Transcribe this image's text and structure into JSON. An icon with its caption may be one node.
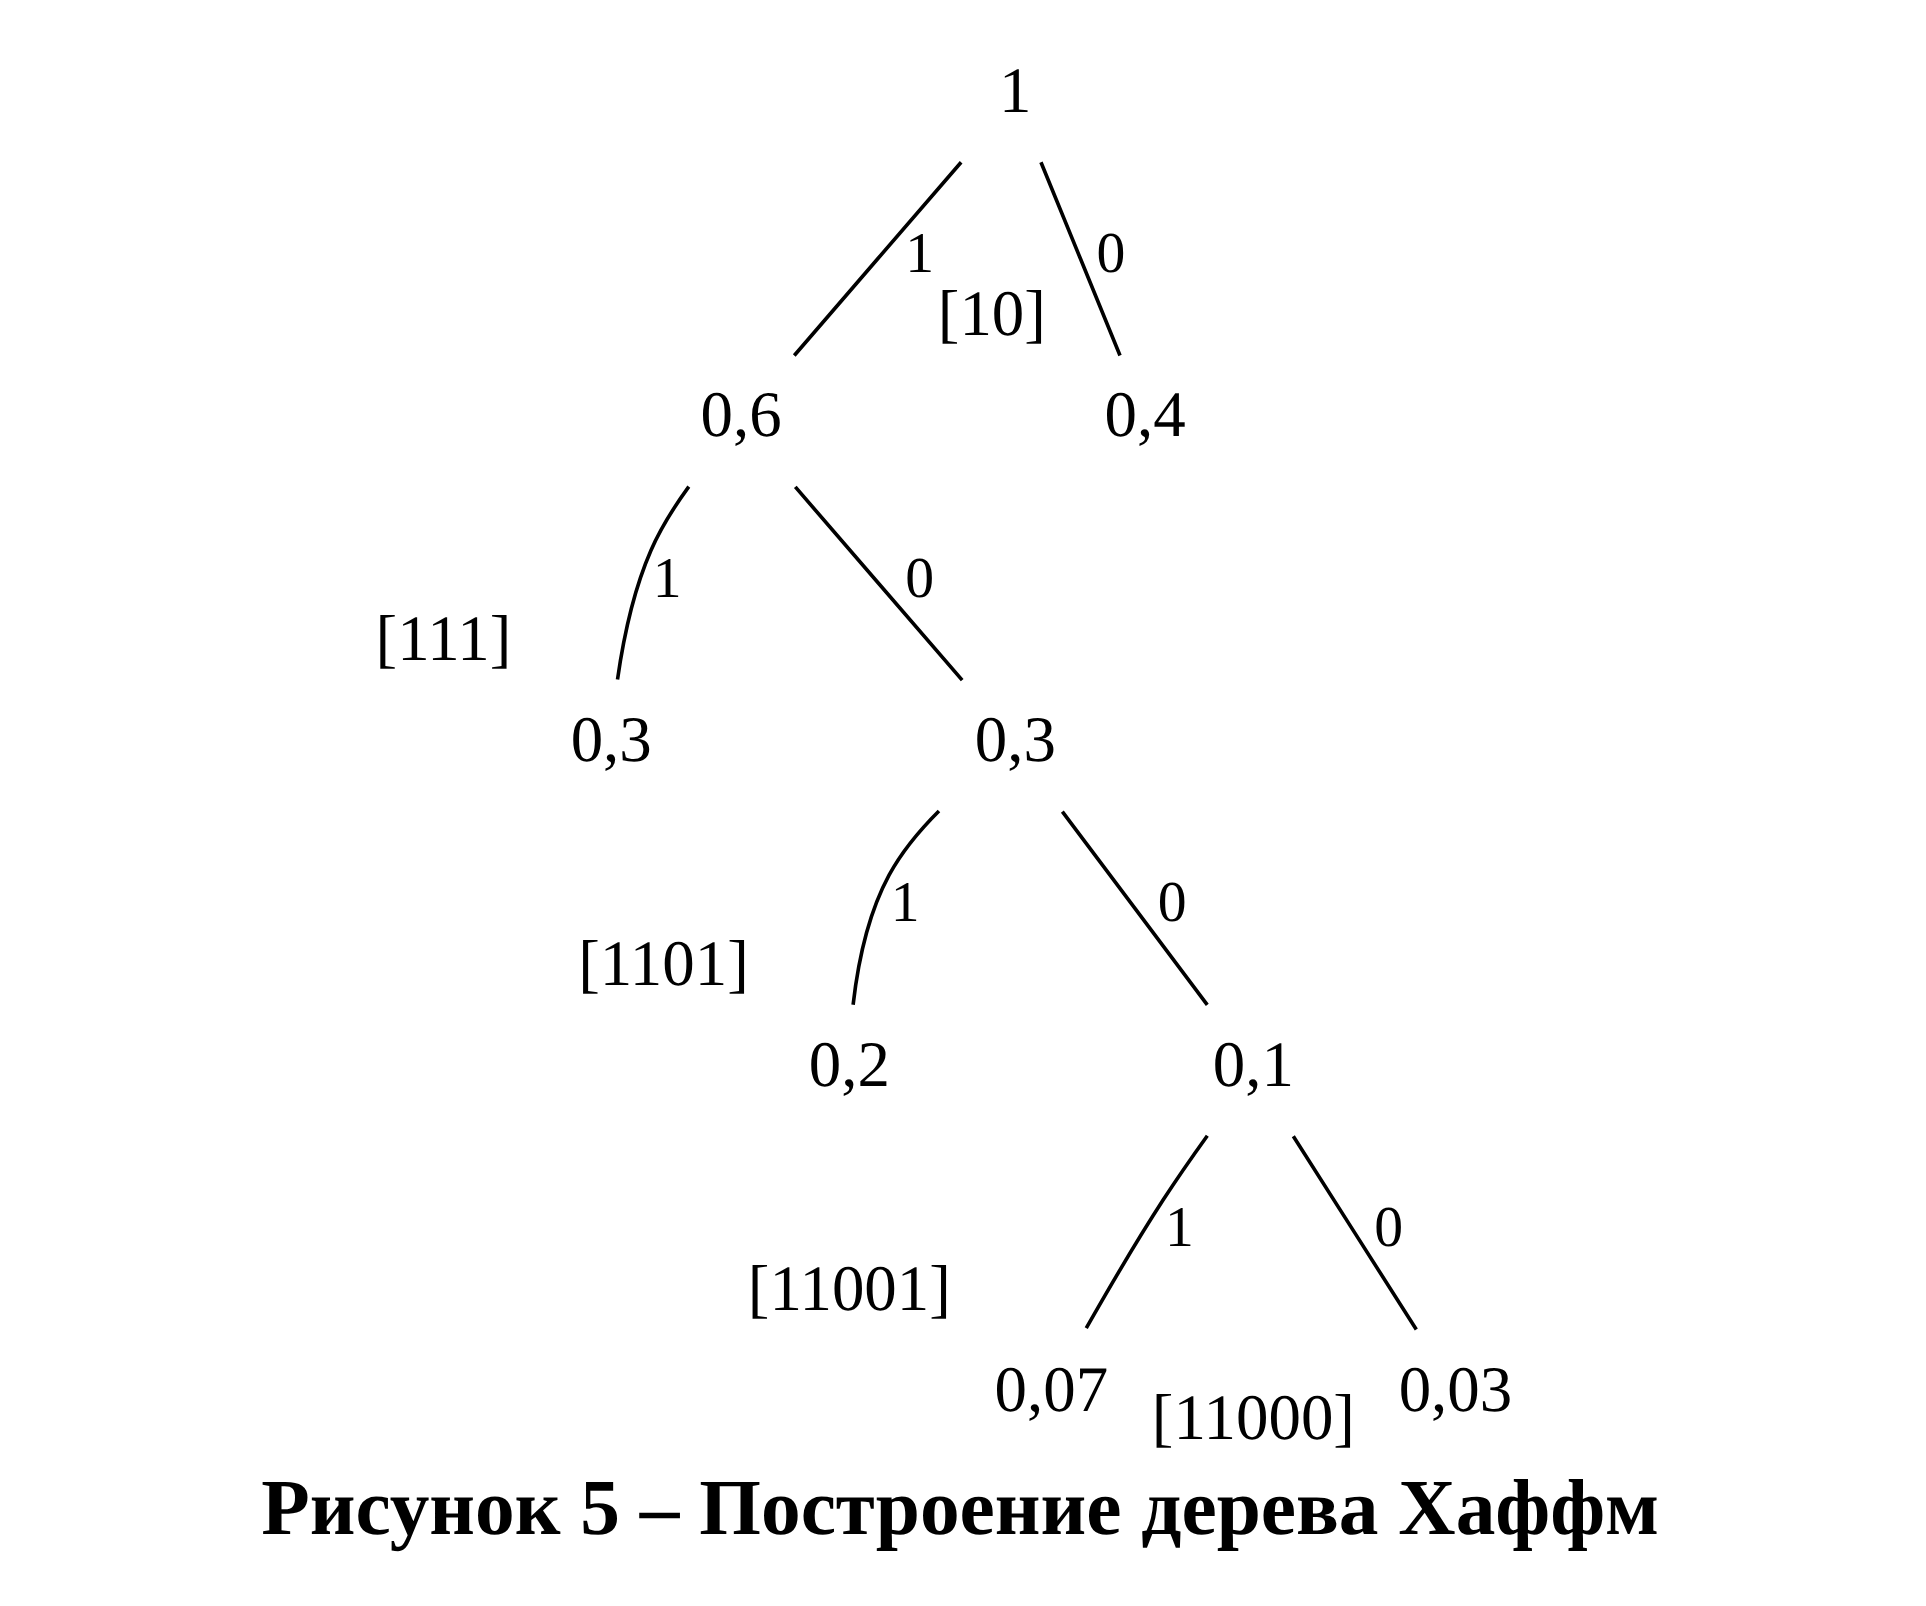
{
  "diagram": {
    "caption": "Рисунок 5 – Построение дерева Хаффм",
    "nodes": [
      {
        "text": [
          "1"
        ]
      },
      {
        "text": [
          "0,6"
        ]
      },
      {
        "text": [
          "0,4"
        ],
        "beside": [
          "[10]"
        ]
      },
      {
        "text": [
          "0,3"
        ],
        "beside": [
          "[111]"
        ]
      },
      {
        "text": [
          "0,3"
        ]
      },
      {
        "text": [
          "0,2"
        ],
        "beside": [
          "[1101]"
        ]
      },
      {
        "text": [
          "0,1"
        ]
      },
      {
        "text": [
          "0,07"
        ],
        "beside": [
          "[11001]"
        ]
      },
      {
        "text": [
          "0,03"
        ],
        "beside": [
          "[11000]"
        ]
      }
    ],
    "edges": [
      {
        "from": 0,
        "to": 1,
        "arrow": "none",
        "label": "1"
      },
      {
        "from": 0,
        "to": 2,
        "arrow": "none",
        "label": "0"
      },
      {
        "from": 1,
        "to": 3,
        "arrow": "none",
        "label": "1"
      },
      {
        "from": 1,
        "to": 4,
        "arrow": "none",
        "label": "0"
      },
      {
        "from": 4,
        "to": 5,
        "arrow": "none",
        "label": "1"
      },
      {
        "from": 4,
        "to": 6,
        "arrow": "none",
        "label": "0"
      },
      {
        "from": 6,
        "to": 7,
        "arrow": "none",
        "label": "1"
      },
      {
        "from": 6,
        "to": 8,
        "arrow": "none",
        "label": "0"
      }
    ]
  }
}
